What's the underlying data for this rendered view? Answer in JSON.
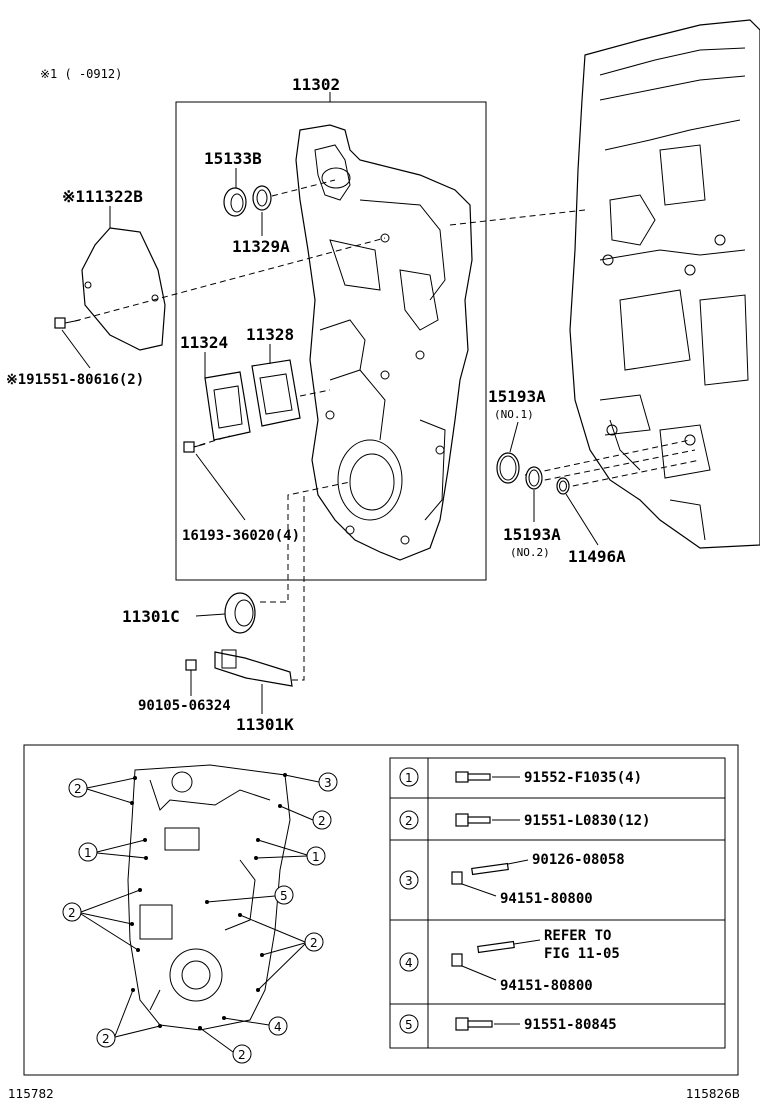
{
  "note_top": "※1 (      -0912)",
  "diagram_id_left": "115782",
  "diagram_id_right": "115826B",
  "callouts": {
    "p11302": "11302",
    "p15133B": "15133B",
    "p11329A": "11329A",
    "p11322B": "※111322B",
    "p91551_80616": "※191551-80616(2)",
    "p11324": "11324",
    "p11328": "11328",
    "p16193": "16193-36020(4)",
    "p15193A_1": "15193A",
    "p15193A_1_sub": "(NO.1)",
    "p15193A_2": "15193A",
    "p15193A_2_sub": "(NO.2)",
    "p11496A": "11496A",
    "p11301C": "11301C",
    "p90105": "90105-06324",
    "p11301K": "11301K"
  },
  "bolt_map_labels": {
    "b1": "1",
    "b2": "2",
    "b3": "3",
    "b4": "4",
    "b5": "5"
  },
  "legend": {
    "r1": {
      "num": "1",
      "part": "91552-F1035(4)"
    },
    "r2": {
      "num": "2",
      "part": "91551-L0830(12)"
    },
    "r3": {
      "num": "3",
      "part_a": "90126-08058",
      "part_b": "94151-80800"
    },
    "r4": {
      "num": "4",
      "ref_line1": "REFER TO",
      "ref_line2": "FIG 11-05",
      "part_b": "94151-80800"
    },
    "r5": {
      "num": "5",
      "part": "91551-80845"
    }
  }
}
